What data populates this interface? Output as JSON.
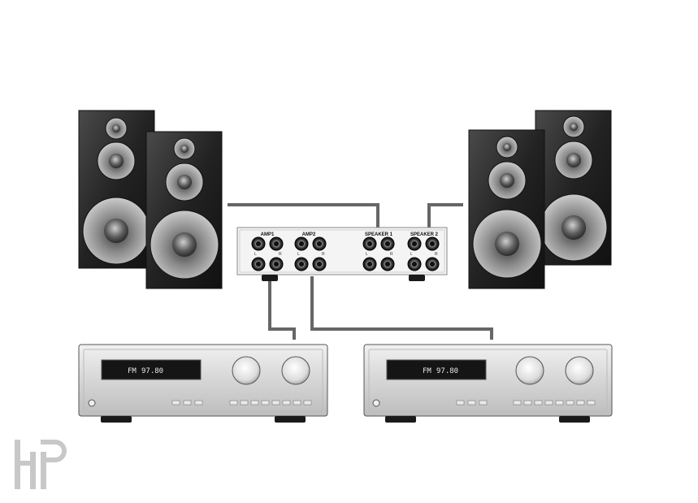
{
  "switch_box": {
    "label_amp1": "AMP1",
    "label_amp2": "AMP2",
    "label_speaker1": "SPEAKER 1",
    "label_speaker2": "SPEAKER 2",
    "channel_left": "L",
    "channel_right": "R"
  },
  "amplifier_left": {
    "band": "FM",
    "frequency": "97.80"
  },
  "amplifier_right": {
    "band": "FM",
    "frequency": "97.80"
  },
  "watermark": {
    "text": "HP"
  },
  "colors": {
    "cable": "#666666",
    "speaker_cabinet": "#2a2a2a",
    "amp_face": "#d9d9d9",
    "display": "#151515"
  }
}
